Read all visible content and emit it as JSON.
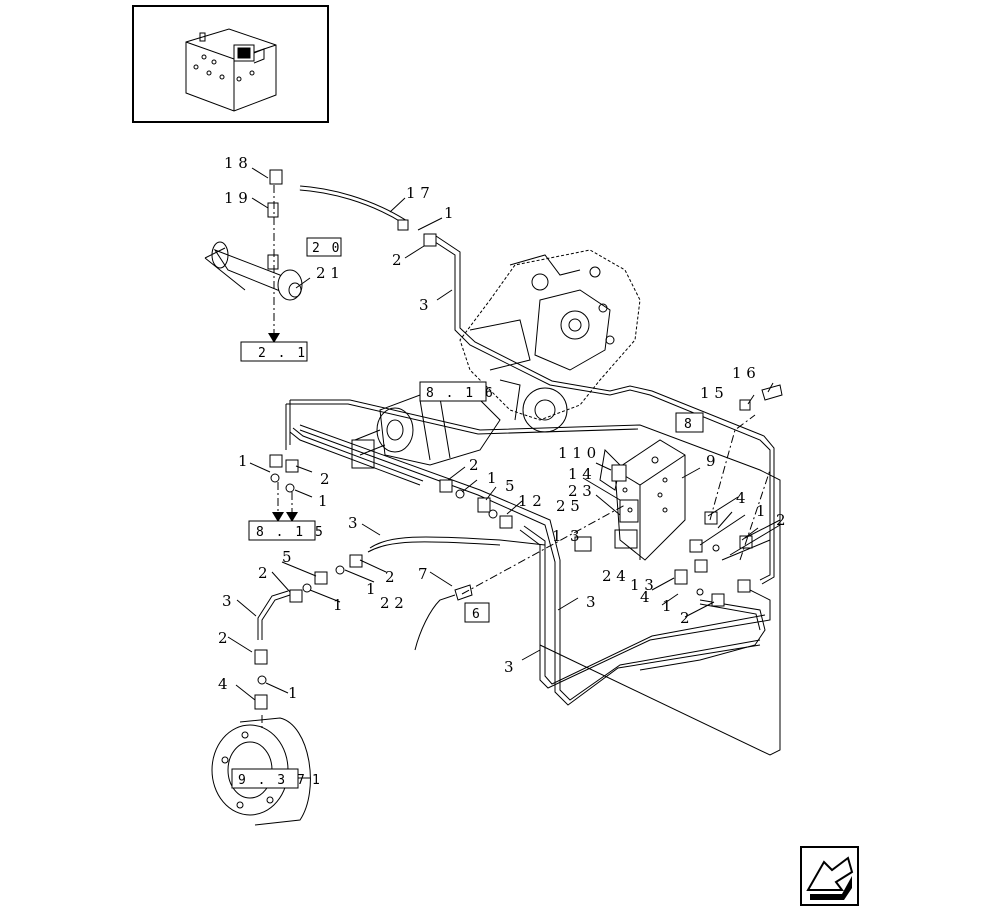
{
  "callouts": [
    "1 8",
    "1 9",
    "1 7",
    "1",
    "2",
    "3",
    "2 1",
    "1 6",
    "1 5",
    "9",
    "1 1 0",
    "1 4",
    "2 3",
    "2 5",
    "2",
    "1",
    "5",
    "1 2",
    "1",
    "2",
    "1",
    "3",
    "1",
    "5",
    "2",
    "1",
    "2",
    "3",
    "2",
    "1",
    "4",
    "1",
    "7",
    "2 2",
    "4",
    "1",
    "2",
    "2 4",
    "1 3",
    "4",
    "1",
    "2",
    "3",
    "3",
    "2 3",
    "3"
  ],
  "references": {
    "ref_20": "2 0",
    "ref_2_1": "2 . 1",
    "ref_8_16": "8 . 1 6",
    "ref_8": "8",
    "ref_8_15": "8 . 1 5",
    "ref_6": "6",
    "ref_9_37": "9 . 3 7"
  },
  "ref_9_37_suffix": "1",
  "navigation": {
    "icon": "next-page-arrow-icon"
  }
}
